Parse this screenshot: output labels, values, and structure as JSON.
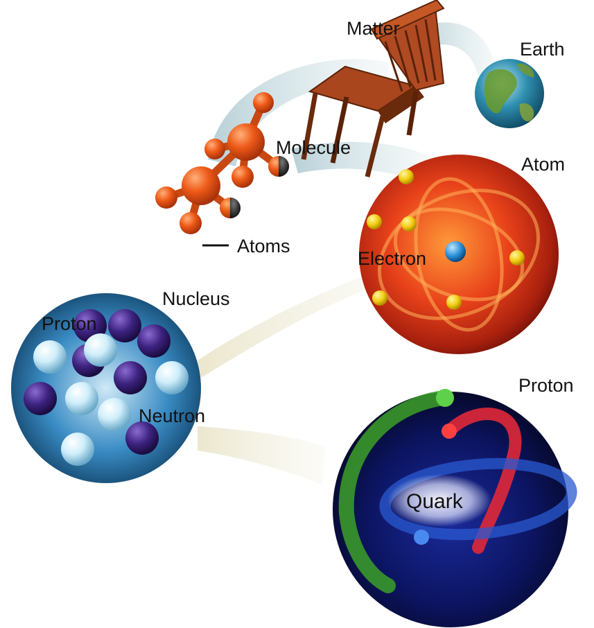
{
  "labels": {
    "matter": "Matter",
    "earth": "Earth",
    "molecule": "Molecule",
    "atom": "Atom",
    "atoms": "Atoms",
    "electron": "Electron",
    "nucleus": "Nucleus",
    "proton_small": "Proton",
    "neutron": "Neutron",
    "proton_big": "Proton",
    "quark": "Quark"
  },
  "colors": {
    "background": "#ffffff",
    "molecule_orange": "#e8581a",
    "chair_wood": "#8a3a1a",
    "atom_core": "#d0361a",
    "electron_yellow": "#f2d21c",
    "electron_blue": "#2a8fd8",
    "nucleus_blue": "#1c6ea0",
    "proton_white": "#d9f1fa",
    "neutron_purple": "#3a2070",
    "quark_bg": "#0a0f3a",
    "quark_green": "#3ca028",
    "quark_red": "#e02828",
    "quark_blue": "#2a5ad0"
  },
  "icons": {
    "chair": "chair-icon",
    "globe": "globe-icon"
  }
}
